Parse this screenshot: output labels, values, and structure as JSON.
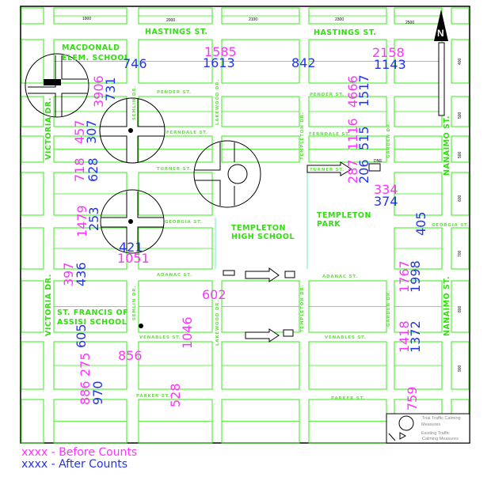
{
  "streets": {
    "hastings": "HASTINGS ST.",
    "pender": "PENDER ST.",
    "ferndale": "FERNDALE ST.",
    "turner": "TURNER ST.",
    "georgia": "GEORGIA ST.",
    "adanac": "ADANAC ST.",
    "venables": "VENABLES ST.",
    "parker": "PARKER ST.",
    "victoria": "VICTORIA DR.",
    "nanaimo": "NANAIMO ST.",
    "semlin": "SEMLIN DR.",
    "lakewood": "LAKEWOOD DR.",
    "templeton": "TEMPLETON DR.",
    "garden": "GARDEN DR."
  },
  "places": {
    "macdonald_1": "MACDONALD",
    "macdonald_2": "ELEM. SCHOOL",
    "templeton_hs_1": "TEMPLETON",
    "templeton_hs_2": "HIGH SCHOOL",
    "templeton_park_1": "TEMPLETON",
    "templeton_park_2": "PARK",
    "stfrancis_1": "ST. FRANCIS OF",
    "stfrancis_2": "ASSISI SCHOOL"
  },
  "block_numbers": [
    "1900",
    "2000",
    "2100",
    "2300",
    "2500",
    "400",
    "500",
    "600",
    "700",
    "800",
    "900"
  ],
  "north_label": "N",
  "dne_label": "DNE",
  "counts": {
    "c746": "746",
    "c1585": "1585",
    "c1613": "1613",
    "c842": "842",
    "c2158": "2158",
    "c1143": "1143",
    "c3906": "3906",
    "c731": "731",
    "c4666": "4666",
    "c1517": "1517",
    "c457": "457",
    "c307": "307",
    "c1116": "1116",
    "c515": "515",
    "c718": "718",
    "c628": "628",
    "c287": "287",
    "c206": "206",
    "c334": "334",
    "c374": "374",
    "c1479": "1479",
    "c253": "253",
    "c405": "405",
    "c421": "421",
    "c1051": "1051",
    "c397": "397",
    "c436": "436",
    "c602": "602",
    "c1767": "1767",
    "c1998": "1998",
    "c1046": "1046",
    "c605": "605",
    "c856": "856",
    "c1418": "1418",
    "c1372": "1372",
    "c275": "275",
    "c886": "886",
    "c970": "970",
    "c528": "528",
    "c759": "759"
  },
  "map_legend": {
    "trial_1": "Trial Traffic Calming",
    "trial_2": "Measures",
    "existing_1": "Existing Traffic",
    "existing_2": "Calming Measures"
  },
  "legend": {
    "before": "xxxx - Before Counts",
    "after": "xxxx - After Counts"
  },
  "colors": {
    "before": "#ff33ff",
    "after": "#2233ee",
    "streets": "#33dd11"
  }
}
